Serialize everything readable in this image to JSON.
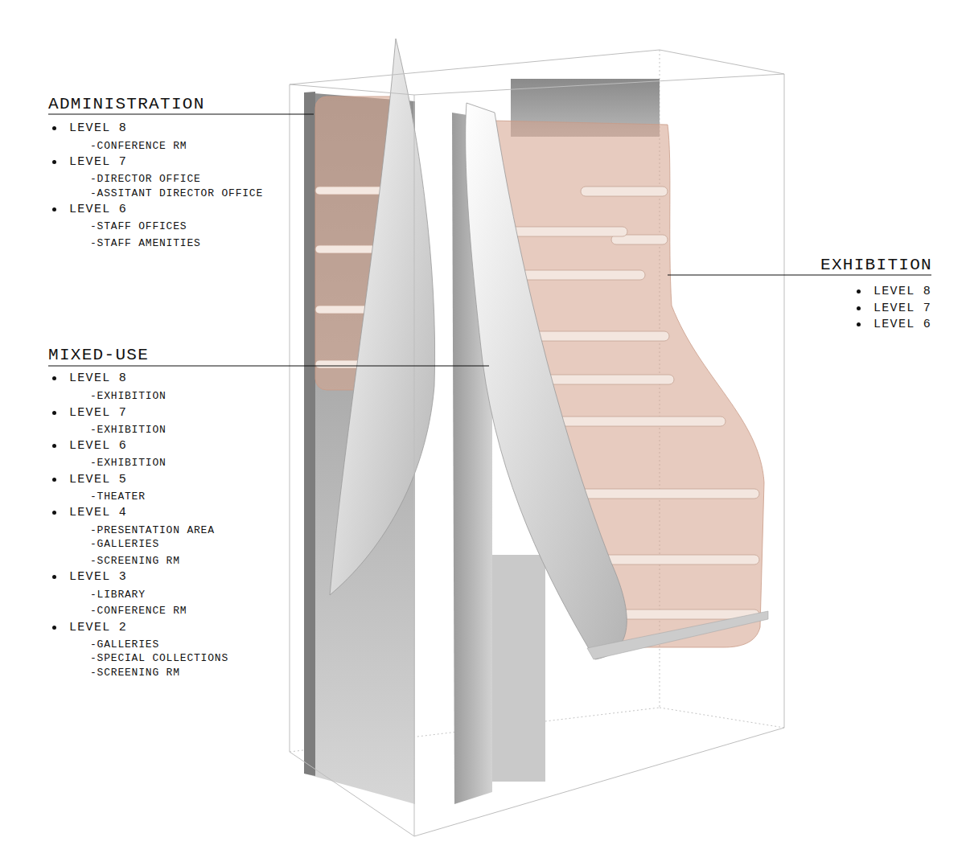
{
  "diagram": {
    "labels": [
      "ADMINISTRATION",
      "LEVEL 8",
      "-CONFERENCE RM",
      "LEVEL 7",
      "-DIRECTOR OFFICE",
      "-ASSITANT DIRECTOR OFFICE",
      "LEVEL 6",
      "-STAFF OFFICES",
      "-STAFF AMENITIES",
      "EXHIBITION",
      "LEVEL 8",
      "LEVEL 7",
      "LEVEL 6",
      "MIXED-USE",
      "LEVEL 8",
      "-EXHIBITION",
      "LEVEL 7",
      "-EXHIBITION",
      "LEVEL 6",
      "-EXHIBITION",
      "LEVEL 5",
      "-THEATER",
      "LEVEL 4",
      "-PRESENTATION AREA",
      "-GALLERIES",
      "-SCREENING RM",
      "LEVEL 3",
      "-LIBRARY",
      "-CONFERENCE RM",
      "LEVEL 2",
      "-GALLERIES",
      "-SPECIAL COLLECTIONS",
      "-SCREENING RM"
    ]
  }
}
